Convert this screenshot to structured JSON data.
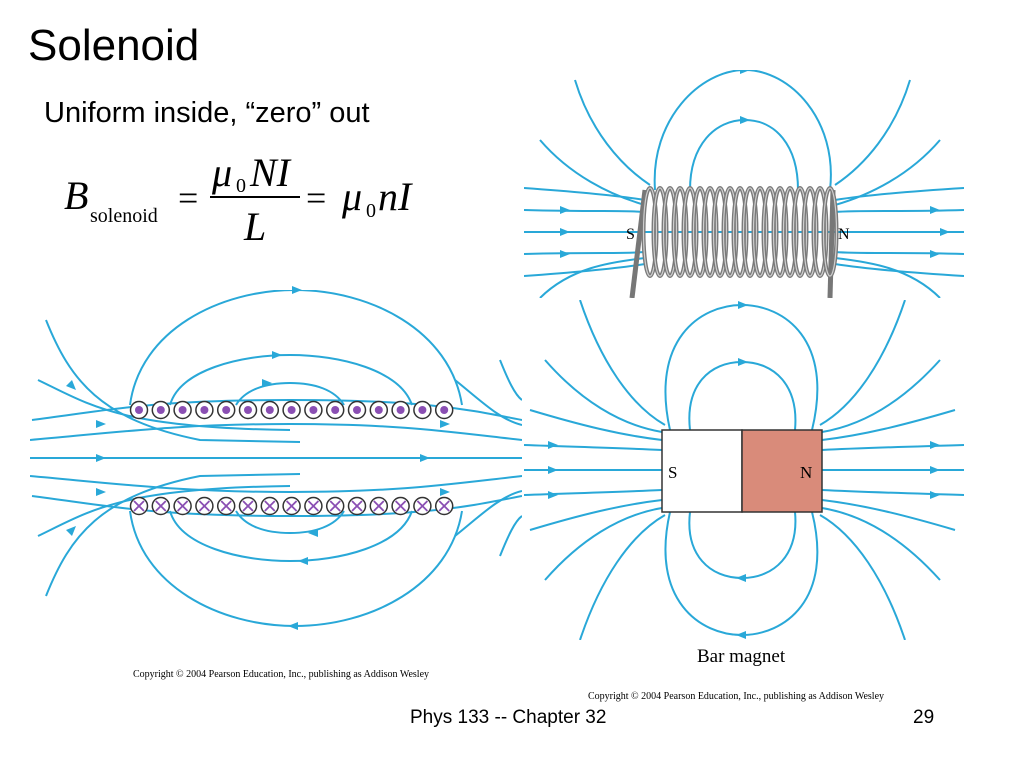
{
  "slide": {
    "title": "Solenoid",
    "subtitle": "Uniform inside, “zero” out",
    "formula": {
      "lhs_symbol": "B",
      "lhs_subscript": "solenoid",
      "equals": "=",
      "mu": "μ",
      "zero": "0",
      "numerator_vars": "NI",
      "denominator": "L",
      "rhs_vars": "nI"
    },
    "figures": {
      "coil_labels": {
        "south": "S",
        "north": "N"
      },
      "bar_magnet": {
        "south": "S",
        "north": "N",
        "caption": "Bar magnet"
      },
      "colors": {
        "field_line": "#29a8d8",
        "magnet_north": "#d98b7a",
        "dot": "#8a4fb3",
        "coil": "#7a7a7a"
      }
    },
    "copyright_left": "Copyright © 2004 Pearson Education, Inc., publishing as Addison Wesley",
    "copyright_right": "Copyright © 2004 Pearson Education, Inc., publishing as Addison Wesley",
    "footer": {
      "center": "Phys 133 -- Chapter 32",
      "page": "29"
    }
  }
}
